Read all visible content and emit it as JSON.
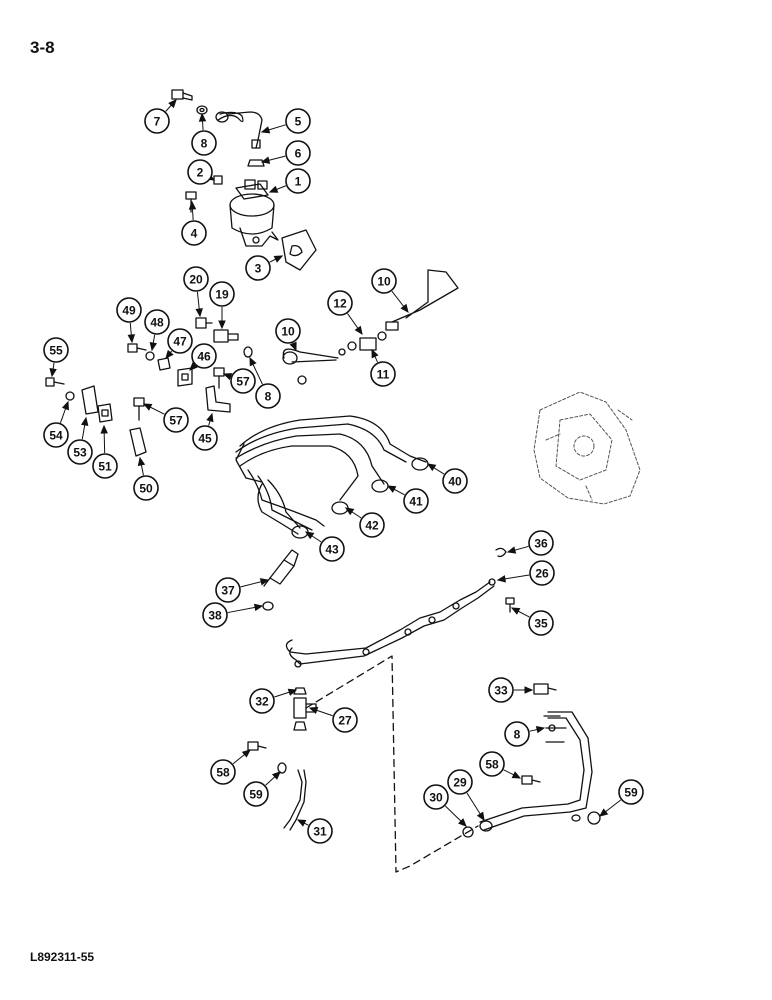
{
  "page": {
    "number": "3-8",
    "drawing_code": "L892311-55"
  },
  "colors": {
    "line": "#111111",
    "paper": "#ffffff",
    "ghost": "#555555"
  },
  "callouts": [
    {
      "id": "c7",
      "label": "7"
    },
    {
      "id": "c8a",
      "label": "8"
    },
    {
      "id": "c5",
      "label": "5"
    },
    {
      "id": "c6",
      "label": "6"
    },
    {
      "id": "c2",
      "label": "2"
    },
    {
      "id": "c1",
      "label": "1"
    },
    {
      "id": "c4",
      "label": "4"
    },
    {
      "id": "c3",
      "label": "3"
    },
    {
      "id": "c20",
      "label": "20"
    },
    {
      "id": "c10a",
      "label": "10"
    },
    {
      "id": "c12",
      "label": "12"
    },
    {
      "id": "c49",
      "label": "49"
    },
    {
      "id": "c19",
      "label": "19"
    },
    {
      "id": "c48",
      "label": "48"
    },
    {
      "id": "c47",
      "label": "47"
    },
    {
      "id": "c10b",
      "label": "10"
    },
    {
      "id": "c55",
      "label": "55"
    },
    {
      "id": "c46",
      "label": "46"
    },
    {
      "id": "c11",
      "label": "11"
    },
    {
      "id": "c57a",
      "label": "57"
    },
    {
      "id": "c8b",
      "label": "8"
    },
    {
      "id": "c57b",
      "label": "57"
    },
    {
      "id": "c54",
      "label": "54"
    },
    {
      "id": "c53",
      "label": "53"
    },
    {
      "id": "c51",
      "label": "51"
    },
    {
      "id": "c45",
      "label": "45"
    },
    {
      "id": "c40",
      "label": "40"
    },
    {
      "id": "c50",
      "label": "50"
    },
    {
      "id": "c41",
      "label": "41"
    },
    {
      "id": "c42",
      "label": "42"
    },
    {
      "id": "c43",
      "label": "43"
    },
    {
      "id": "c36",
      "label": "36"
    },
    {
      "id": "c26",
      "label": "26"
    },
    {
      "id": "c37",
      "label": "37"
    },
    {
      "id": "c38",
      "label": "38"
    },
    {
      "id": "c35",
      "label": "35"
    },
    {
      "id": "c33",
      "label": "33"
    },
    {
      "id": "c32",
      "label": "32"
    },
    {
      "id": "c27",
      "label": "27"
    },
    {
      "id": "c8c",
      "label": "8"
    },
    {
      "id": "c58a",
      "label": "58"
    },
    {
      "id": "c58b",
      "label": "58"
    },
    {
      "id": "c59a",
      "label": "59"
    },
    {
      "id": "c29",
      "label": "29"
    },
    {
      "id": "c30",
      "label": "30"
    },
    {
      "id": "c59b",
      "label": "59"
    },
    {
      "id": "c31",
      "label": "31"
    }
  ]
}
